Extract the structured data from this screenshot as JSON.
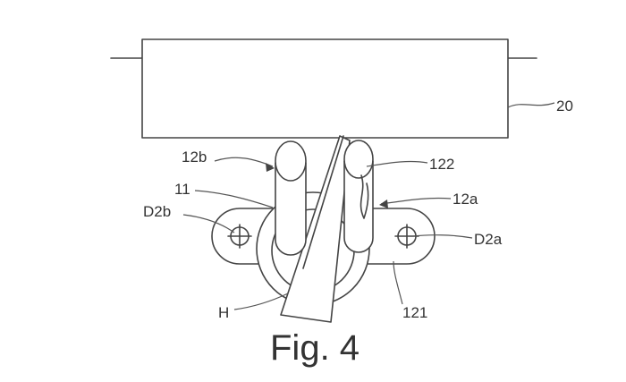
{
  "figure": {
    "caption": "Fig. 4",
    "labels": {
      "l20": "20",
      "l12b": "12b",
      "l122": "122",
      "l11": "11",
      "l12a": "12a",
      "lD2b": "D2b",
      "lD2a": "D2a",
      "lH": "H",
      "l121": "121"
    }
  }
}
